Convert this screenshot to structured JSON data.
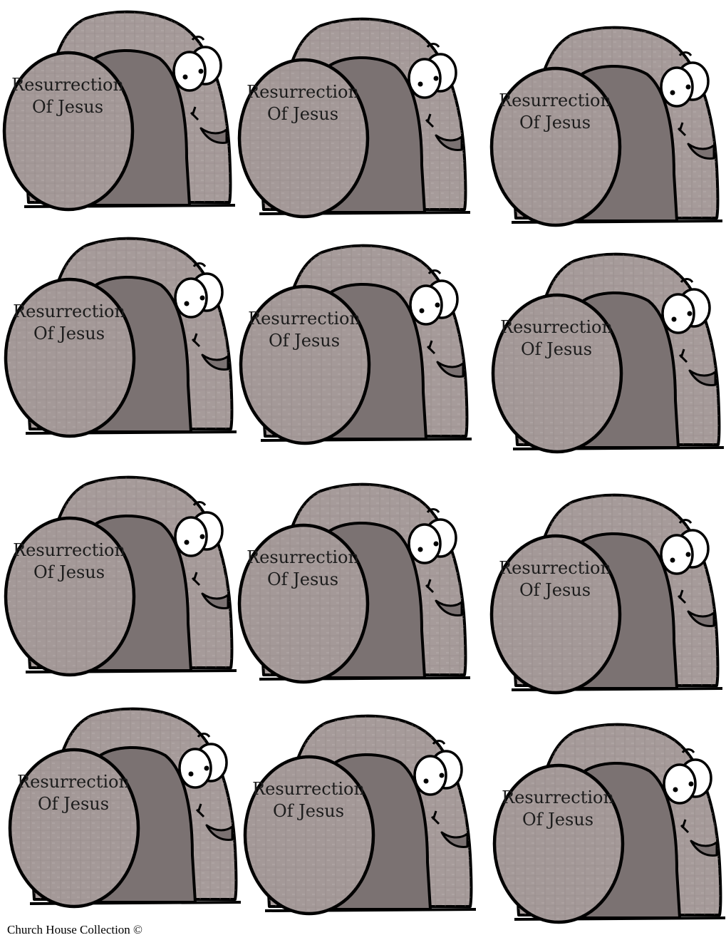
{
  "sheet": {
    "colors": {
      "rock": "#a69b9a",
      "door": "#7b7272",
      "stone": "#a49998",
      "outline": "#000000",
      "eye": "#ffffff"
    },
    "icons": [
      "tomb-icon",
      "rolling-stone-icon",
      "eyes-icon",
      "smile-icon"
    ],
    "tombs": [
      {
        "line1": "Resurrection",
        "line2": "Of Jesus"
      },
      {
        "line1": "Resurrection",
        "line2": "Of Jesus"
      },
      {
        "line1": "Resurrection",
        "line2": "Of Jesus"
      },
      {
        "line1": "Resurrection",
        "line2": "Of Jesus"
      },
      {
        "line1": "Resurrection",
        "line2": "Of Jesus"
      },
      {
        "line1": "Resurrection",
        "line2": "Of Jesus"
      },
      {
        "line1": "Resurrection",
        "line2": "Of Jesus"
      },
      {
        "line1": "Resurrection",
        "line2": "Of Jesus"
      },
      {
        "line1": "Resurrection",
        "line2": "Of Jesus"
      },
      {
        "line1": "Resurrection",
        "line2": "Of Jesus"
      },
      {
        "line1": "Resurrection",
        "line2": "Of Jesus"
      },
      {
        "line1": "Resurrection",
        "line2": "Of Jesus"
      }
    ]
  },
  "footer": {
    "text": "Church House Collection ©"
  }
}
